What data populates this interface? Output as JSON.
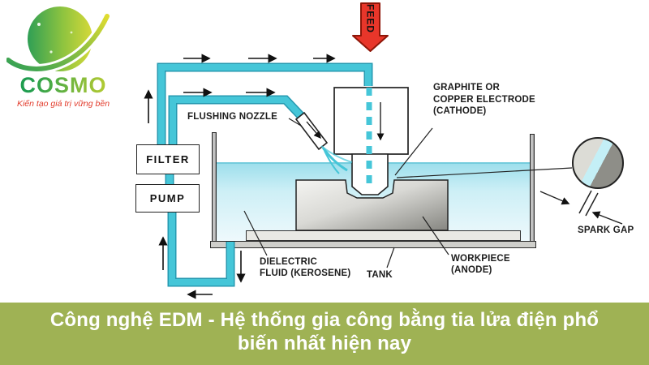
{
  "logo": {
    "brand": "COSMO",
    "tagline": "Kiến tạo giá trị vững bền"
  },
  "banner": {
    "line1": "Công nghệ EDM - Hệ thống gia công bằng tia lửa điện phổ",
    "line2": "biến nhất hiện nay"
  },
  "diagram": {
    "labels": {
      "feed": "FEED",
      "flushing_nozzle": "FLUSHING NOZZLE",
      "filter": "FILTER",
      "pump": "PUMP",
      "electrode_l1": "GRAPHITE OR",
      "electrode_l2": "COPPER ELECTRODE",
      "electrode_l3": "(CATHODE)",
      "dielectric_l1": "DIELECTRIC",
      "dielectric_l2": "FLUID (KEROSENE)",
      "tank": "TANK",
      "workpiece_l1": "WORKPIECE",
      "workpiece_l2": "(ANODE)",
      "spark_gap": "SPARK GAP"
    },
    "colors": {
      "pipe": "#45c6d8",
      "pipe_edge": "#2699b0",
      "feed_arrow": "#e8362a",
      "fluid_top": "#9edfec",
      "banner_bg": "#9fb254"
    }
  }
}
